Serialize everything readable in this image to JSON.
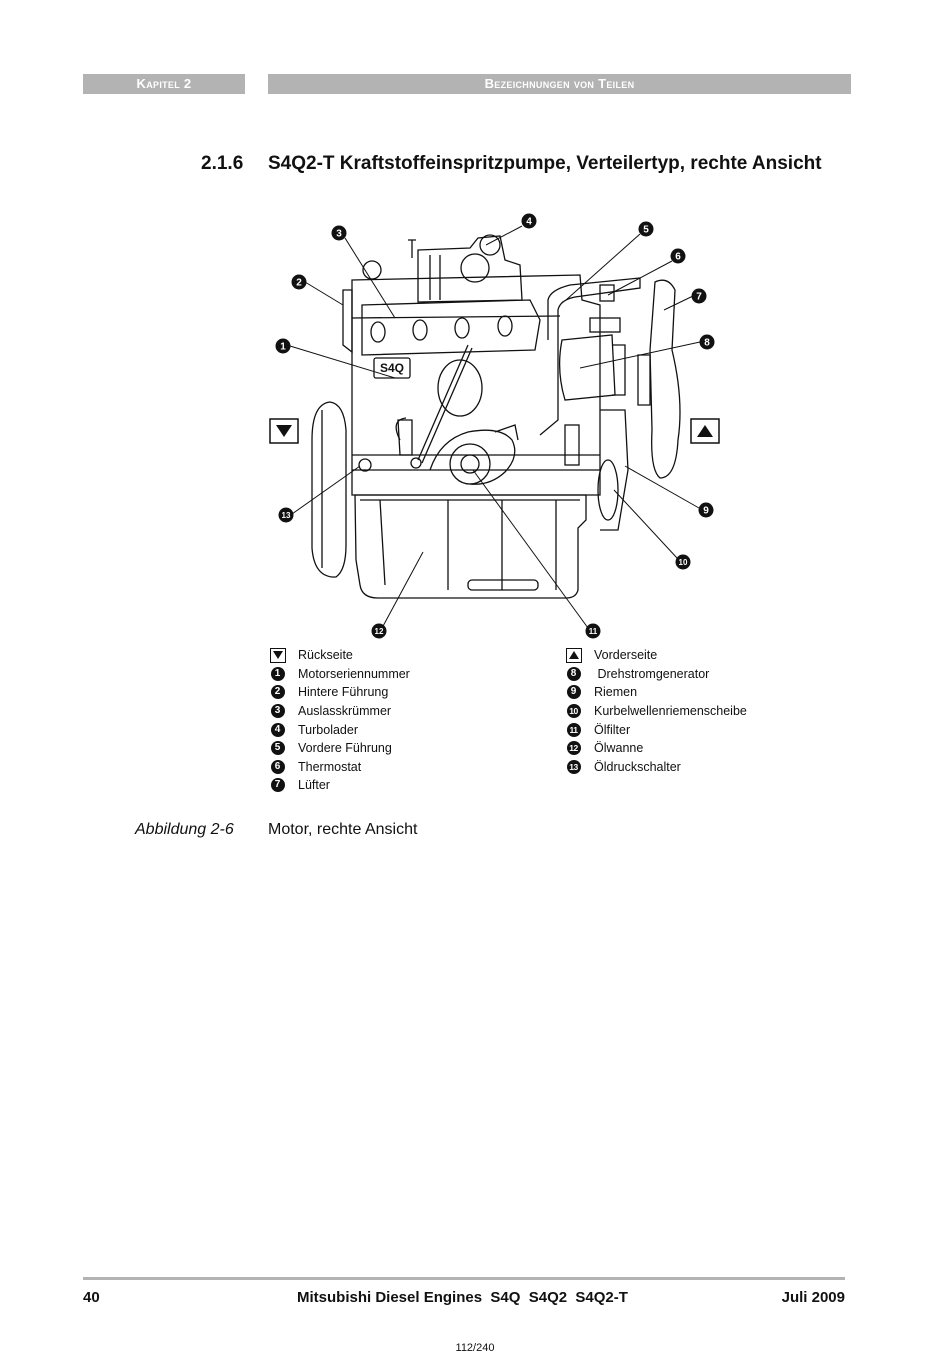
{
  "header": {
    "chapter": "Kapitel 2",
    "section_name": "Bezeichnungen von Teilen"
  },
  "section": {
    "number": "2.1.6",
    "title": "S4Q2-T Kraftstoffeinspritzpumpe, Verteilertyp, rechte Ansicht"
  },
  "figure": {
    "serial_plate_text": "S4Q",
    "markers": [
      "1",
      "2",
      "3",
      "4",
      "5",
      "6",
      "7",
      "8",
      "9",
      "10",
      "11",
      "12",
      "13"
    ]
  },
  "legend": {
    "left": [
      {
        "key": "▼",
        "label": "Rückseite",
        "icon": "triangle-down-icon"
      },
      {
        "key": "1",
        "label": "Motorseriennummer"
      },
      {
        "key": "2",
        "label": "Hintere Führung"
      },
      {
        "key": "3",
        "label": "Auslasskrümmer"
      },
      {
        "key": "4",
        "label": "Turbolader"
      },
      {
        "key": "5",
        "label": "Vordere Führung"
      },
      {
        "key": "6",
        "label": "Thermostat"
      },
      {
        "key": "7",
        "label": "Lüfter"
      }
    ],
    "right": [
      {
        "key": "▲",
        "label": "Vorderseite",
        "icon": "triangle-up-icon"
      },
      {
        "key": "8",
        "label": " Drehstromgenerator"
      },
      {
        "key": "9",
        "label": "Riemen"
      },
      {
        "key": "10",
        "label": "Kurbelwellenriemenscheibe"
      },
      {
        "key": "11",
        "label": "Ölfilter"
      },
      {
        "key": "12",
        "label": "Ölwanne"
      },
      {
        "key": "13",
        "label": "Öldruckschalter"
      }
    ]
  },
  "caption": {
    "label": "Abbildung 2-6",
    "text": "Motor, rechte Ansicht"
  },
  "footer": {
    "page_number": "40",
    "title": "Mitsubishi Diesel Engines  S4Q  S4Q2  S4Q2-T",
    "date": "Juli 2009"
  },
  "pager": "112/240"
}
